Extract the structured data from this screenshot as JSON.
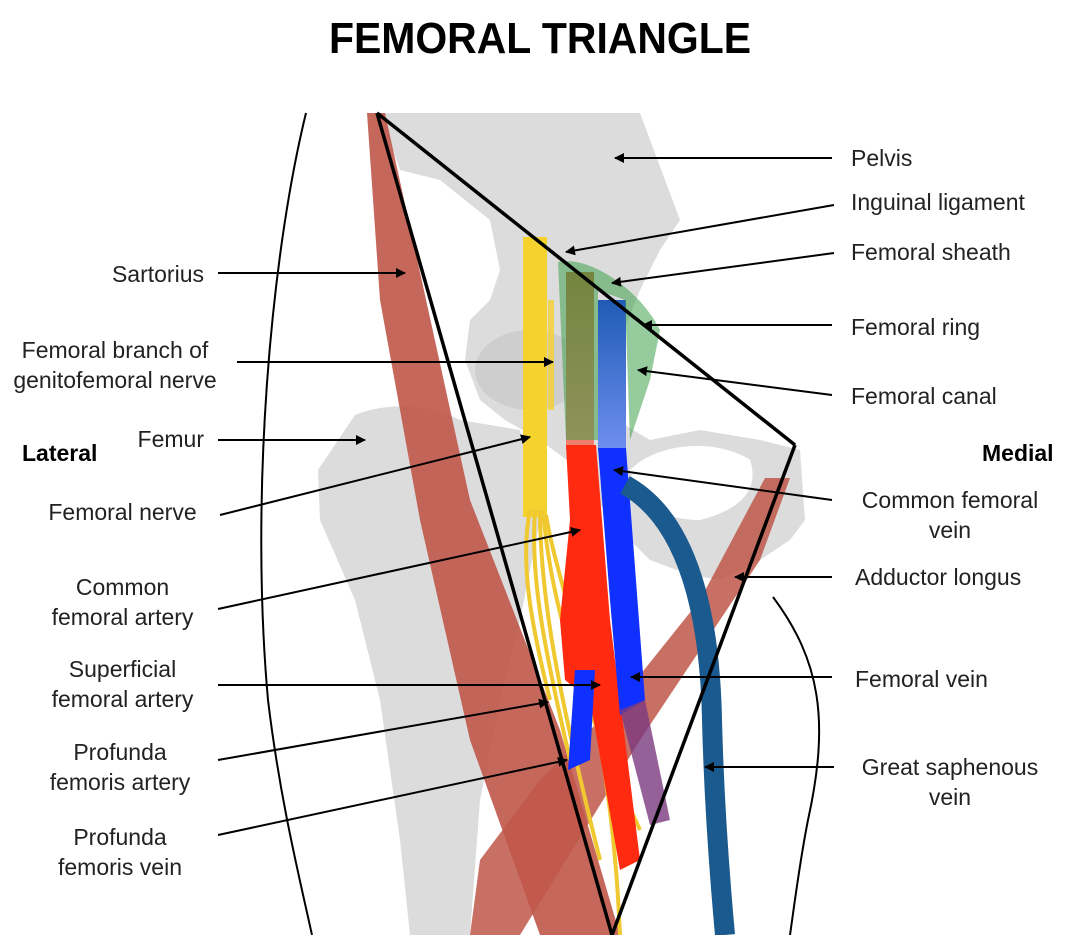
{
  "title": "FEMORAL TRIANGLE",
  "orientation": {
    "left": "Lateral",
    "right": "Medial"
  },
  "labels_left": [
    {
      "id": "sartorius",
      "lines": [
        "Sartorius"
      ]
    },
    {
      "id": "genitofemoral",
      "lines": [
        "Femoral branch of",
        "genitofemoral nerve"
      ]
    },
    {
      "id": "femur",
      "lines": [
        "Femur"
      ]
    },
    {
      "id": "femoral-nerve",
      "lines": [
        "Femoral nerve"
      ]
    },
    {
      "id": "common-femoral-artery",
      "lines": [
        "Common",
        "femoral artery"
      ]
    },
    {
      "id": "superficial-femoral-artery",
      "lines": [
        "Superficial",
        "femoral artery"
      ]
    },
    {
      "id": "profunda-femoris-artery",
      "lines": [
        "Profunda",
        "femoris artery"
      ]
    },
    {
      "id": "profunda-femoris-vein",
      "lines": [
        "Profunda",
        "femoris vein"
      ]
    }
  ],
  "labels_right": [
    {
      "id": "pelvis",
      "lines": [
        "Pelvis"
      ]
    },
    {
      "id": "inguinal-ligament",
      "lines": [
        "Inguinal ligament"
      ]
    },
    {
      "id": "femoral-sheath",
      "lines": [
        "Femoral sheath"
      ]
    },
    {
      "id": "femoral-ring",
      "lines": [
        "Femoral ring"
      ]
    },
    {
      "id": "femoral-canal",
      "lines": [
        "Femoral canal"
      ]
    },
    {
      "id": "common-femoral-vein",
      "lines": [
        "Common femoral",
        "vein"
      ]
    },
    {
      "id": "adductor-longus",
      "lines": [
        "Adductor longus"
      ]
    },
    {
      "id": "femoral-vein",
      "lines": [
        "Femoral vein"
      ]
    },
    {
      "id": "great-saphenous-vein",
      "lines": [
        "Great saphenous",
        "vein"
      ]
    }
  ],
  "colors": {
    "bone": "#dcdcdc",
    "muscle": "#c0574a",
    "nerve": "#f5d22e",
    "artery": "#ff2a10",
    "vein": "#1030ff",
    "great_saphenous": "#1b5a8f",
    "sheath": "#3fa34d",
    "outline": "#000000"
  }
}
